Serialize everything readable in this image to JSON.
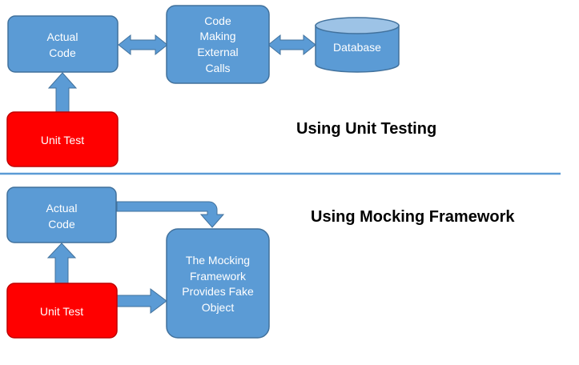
{
  "colors": {
    "box_fill": "#5b9bd5",
    "box_border": "#41719c",
    "test_fill": "#ff0000",
    "test_border": "#c00000",
    "divider": "#5b9bd5",
    "heading": "#000000",
    "label": "#ffffff"
  },
  "top_section": {
    "heading": "Using Unit Testing",
    "actual_code": [
      "Actual",
      "Code"
    ],
    "external_calls": [
      "Code",
      "Making",
      "External",
      "Calls"
    ],
    "database": "Database",
    "unit_test": "Unit Test"
  },
  "bottom_section": {
    "heading": "Using Mocking Framework",
    "actual_code": [
      "Actual",
      "Code"
    ],
    "mocking": [
      "The Mocking",
      "Framework",
      "Provides Fake",
      "Object"
    ],
    "unit_test": "Unit Test"
  }
}
